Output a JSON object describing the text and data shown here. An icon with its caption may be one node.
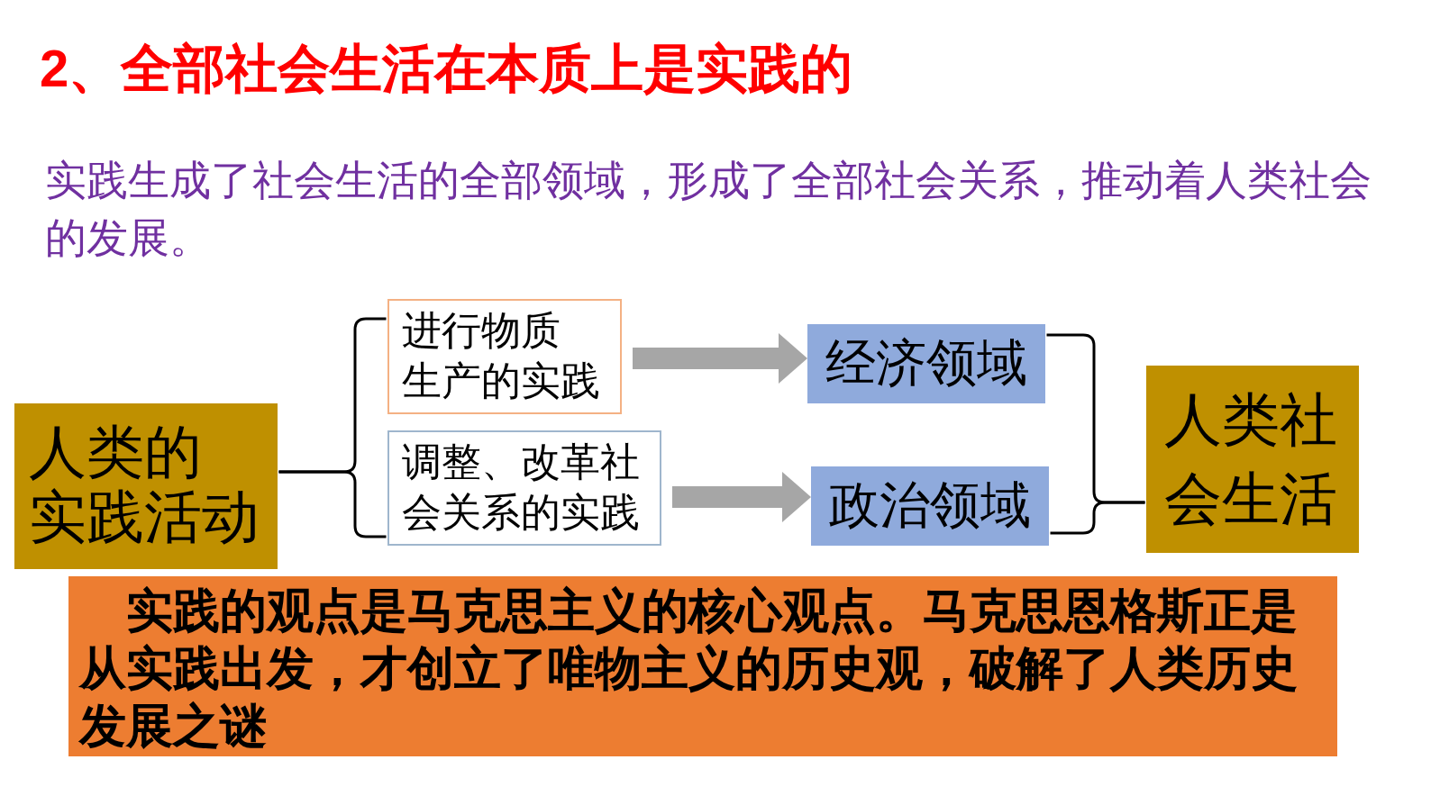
{
  "diagram": {
    "title": "2、全部社会生活在本质上是实践的",
    "nodes": [
      {
        "text": [
          "人类的实践活动"
        ]
      },
      {
        "text": [
          "进行物质生产的实践"
        ]
      },
      {
        "text": [
          "调整、改革社会关系的实践"
        ]
      },
      {
        "text": [
          "经济领域"
        ]
      },
      {
        "text": [
          "政治领域"
        ]
      },
      {
        "text": [
          "人类社会生活"
        ]
      },
      {
        "text": [
          "实践的观点是马克思主义的核心观点。马克思恩格斯正是从实践出发，才创立了唯物主义的历史观，破解了人类历史发展之谜"
        ]
      }
    ],
    "edges": [
      {
        "from": 0,
        "to": 1,
        "arrow": "none"
      },
      {
        "from": 0,
        "to": 2,
        "arrow": "none"
      },
      {
        "from": 1,
        "to": 3,
        "arrow": "to",
        "style": "thick",
        "color": "#a6a6a6"
      },
      {
        "from": 2,
        "to": 4,
        "arrow": "to",
        "style": "thick",
        "color": "#a6a6a6"
      },
      {
        "from": 3,
        "to": 5,
        "arrow": "none"
      },
      {
        "from": 4,
        "to": 5,
        "arrow": "none"
      }
    ],
    "labels": [
      "实践生成了社会生活的全部领域，形成了全部社会关系，推动着人类社会的发展。"
    ]
  }
}
